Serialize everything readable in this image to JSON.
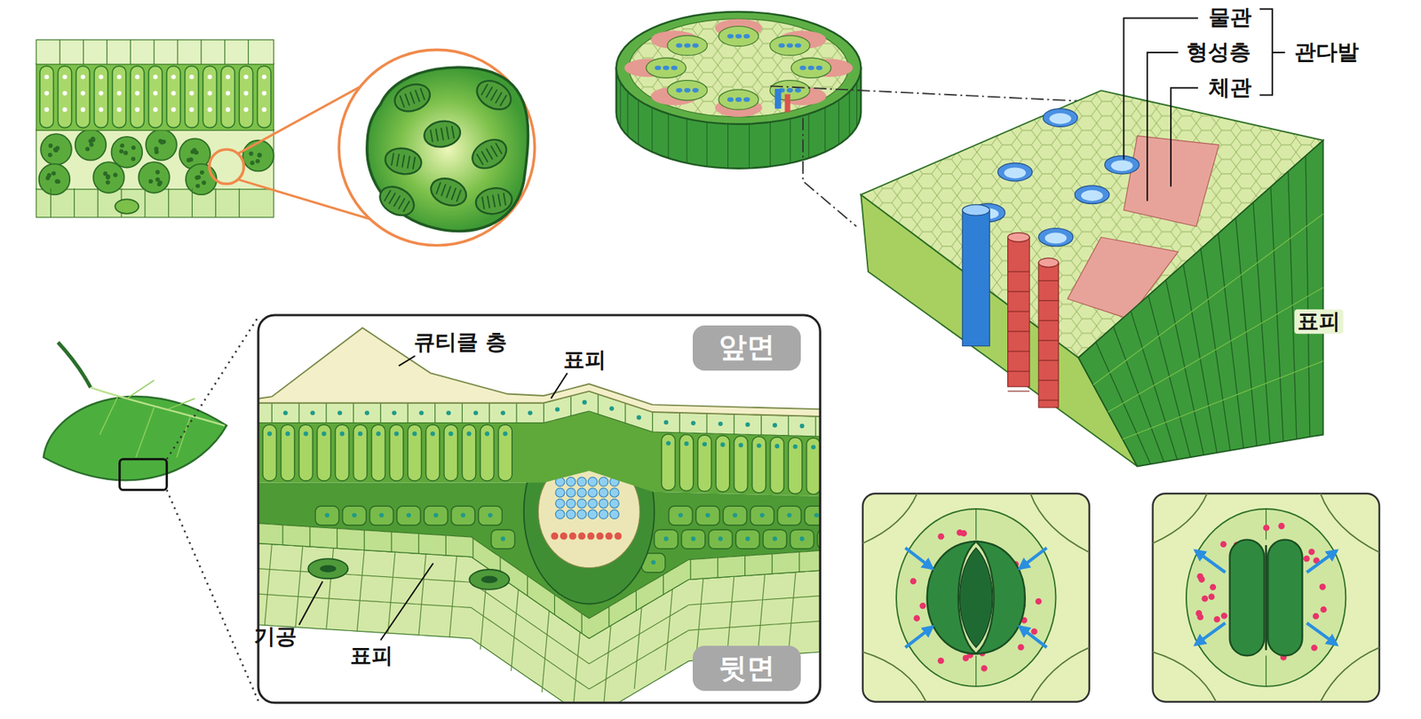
{
  "diagram": {
    "nodes": [
      {
        "text": [
          "앞면"
        ]
      },
      {
        "text": [
          "뒷면"
        ]
      }
    ],
    "labels": [
      "물관",
      "형성층",
      "체관",
      "관다발",
      "표피",
      "큐티클 층",
      "표피",
      "기공",
      "표피"
    ]
  }
}
